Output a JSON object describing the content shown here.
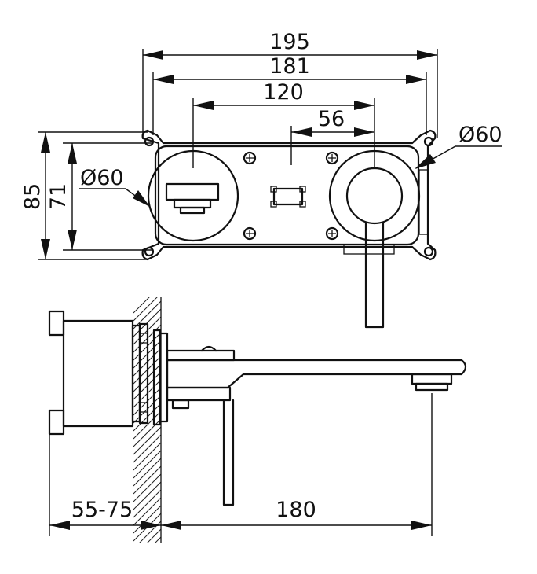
{
  "dimensions": {
    "d195": "195",
    "d181": "181",
    "d120": "120",
    "d56": "56",
    "dia_right": "Ø60",
    "dia_left": "Ø60",
    "d85": "85",
    "d71": "71",
    "wall": "55-75",
    "spout": "180"
  }
}
